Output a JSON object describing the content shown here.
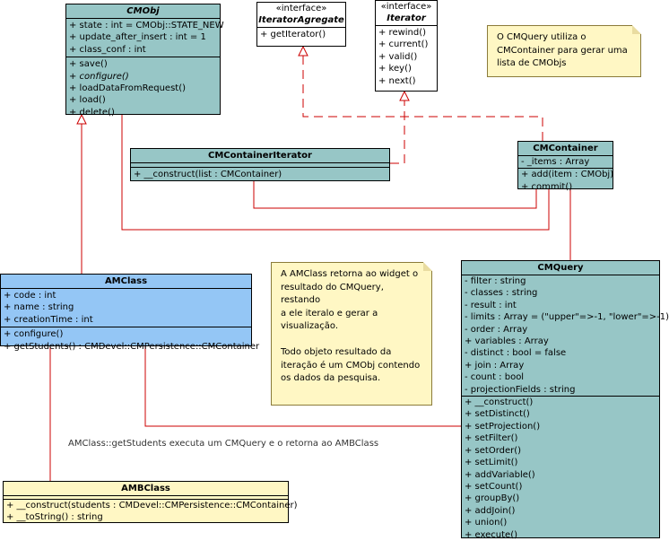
{
  "classes": {
    "cmobj": {
      "name": "CMObj",
      "attributes": [
        "+ state : int = CMObj::STATE_NEW",
        "+ update_after_insert : int = 1",
        "+ class_conf : int"
      ],
      "operations": [
        "+ save()",
        "+ configure()",
        "+ loadDataFromRequest()",
        "+ load()",
        "+ delete()"
      ]
    },
    "iterator_agregate": {
      "stereotype": "«interface»",
      "name": "IteratorAgregate",
      "operations": [
        "+ getIterator()"
      ]
    },
    "iterator": {
      "stereotype": "«interface»",
      "name": "Iterator",
      "operations": [
        "+ rewind()",
        "+ current()",
        "+ valid()",
        "+ key()",
        "+ next()"
      ]
    },
    "cmcontainer_iterator": {
      "name": "CMContainerIterator",
      "operations": [
        "+ __construct(list : CMContainer)"
      ]
    },
    "cmcontainer": {
      "name": "CMContainer",
      "attributes": [
        "- _items : Array"
      ],
      "operations": [
        "+ add(item : CMObj)",
        "+ commit()"
      ]
    },
    "amclass": {
      "name": "AMClass",
      "attributes": [
        "+ code : int",
        "+ name : string",
        "+ creationTime : int"
      ],
      "operations": [
        "+ configure()",
        "+ getStudents() : CMDevel::CMPersistence::CMContainer"
      ]
    },
    "cmquery": {
      "name": "CMQuery",
      "attributes": [
        "- filter : string",
        "- classes : string",
        "- result : int",
        "- limits : Array = (\"upper\"=>-1, \"lower\"=>-1)",
        "- order : Array",
        "+ variables : Array",
        "- distinct : bool = false",
        "+ join : Array",
        "- count : bool",
        "- projectionFields : string"
      ],
      "operations": [
        "+ __construct()",
        "+ setDistinct()",
        "+ setProjection()",
        "+ setFilter()",
        "+ setOrder()",
        "+ setLimit()",
        "+ addVariable()",
        "+ setCount()",
        "+ groupBy()",
        "+ addJoin()",
        "+ union()",
        "+ execute()"
      ]
    },
    "ambclass": {
      "name": "AMBClass",
      "operations": [
        "+ __construct(students : CMDevel::CMPersistence::CMContainer)",
        "+ __toString() : string"
      ]
    }
  },
  "notes": {
    "cmquery_note": [
      "O CMQuery utiliza o",
      "CMContainer para gerar uma",
      "lista de CMObjs"
    ],
    "amclass_note": [
      "A AMClass retorna ao widget o",
      "resultado do CMQuery, restando",
      "a ele iteralo e gerar a",
      "visualização.",
      "",
      "Todo objeto resultado da",
      "iteração é um CMObj contendo",
      "os dados da pesquisa."
    ]
  },
  "caption": "AMClass::getStudents executa um CMQuery e o retorna ao AMBClass",
  "colors": {
    "class_fill": "#97c6c6",
    "amclass_fill": "#94c6f5",
    "note_fill": "#fff7c4",
    "association": "#cc0000"
  },
  "italic_operations": [
    "+ configure()"
  ]
}
